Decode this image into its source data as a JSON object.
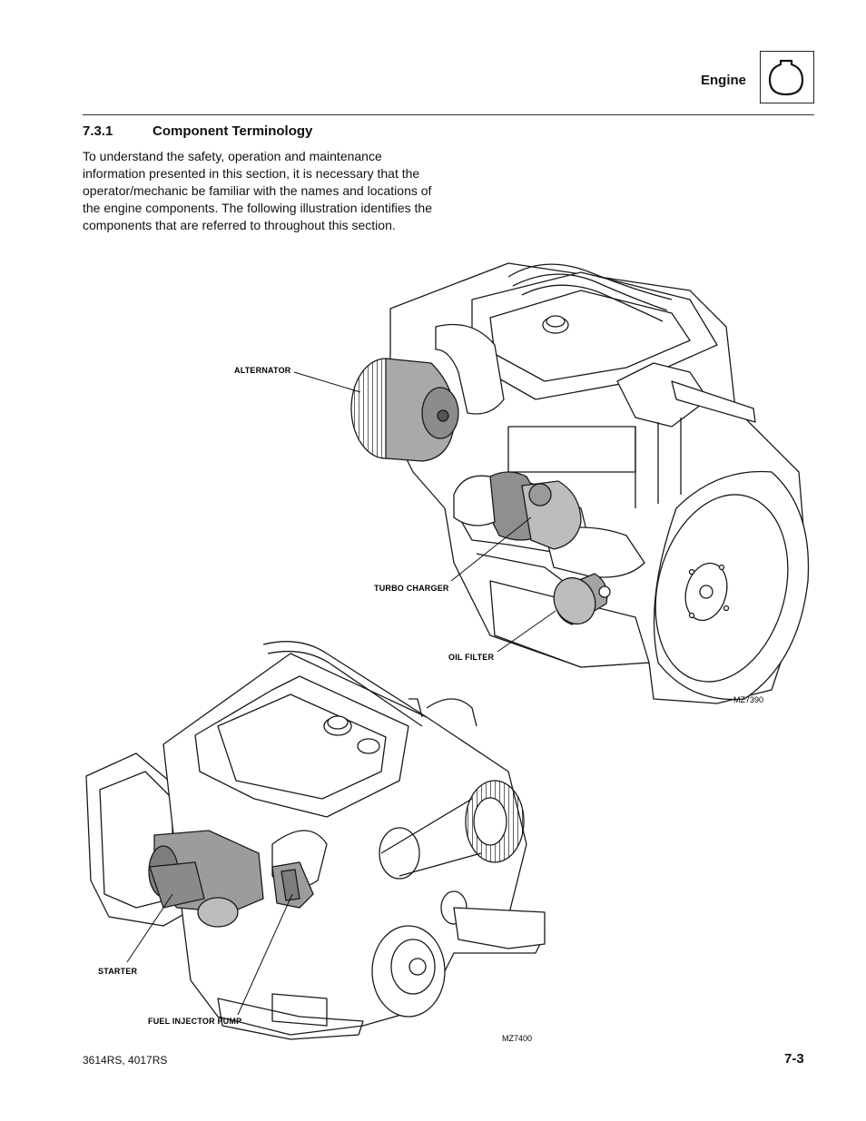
{
  "header": {
    "title": "Engine",
    "icon": "engine-icon"
  },
  "section": {
    "number": "7.3.1",
    "title": "Component Terminology",
    "paragraph": "To understand the safety, operation and maintenance information presented in this section, it is necessary that the operator/mechanic be familiar with the names and locations of the engine components. The following illustration identifies the components that are referred to throughout this section."
  },
  "figure_top": {
    "labels": {
      "alternator": "ALTERNATOR",
      "turbo_charger": "TURBO CHARGER",
      "oil_filter": "OIL FILTER"
    },
    "code": "MZ7390"
  },
  "figure_bottom": {
    "labels": {
      "starter": "STARTER",
      "fuel_injector_pump": "FUEL INJECTOR PUMP"
    },
    "code": "MZ7400"
  },
  "footer": {
    "models": "3614RS, 4017RS",
    "page": "7-3"
  }
}
